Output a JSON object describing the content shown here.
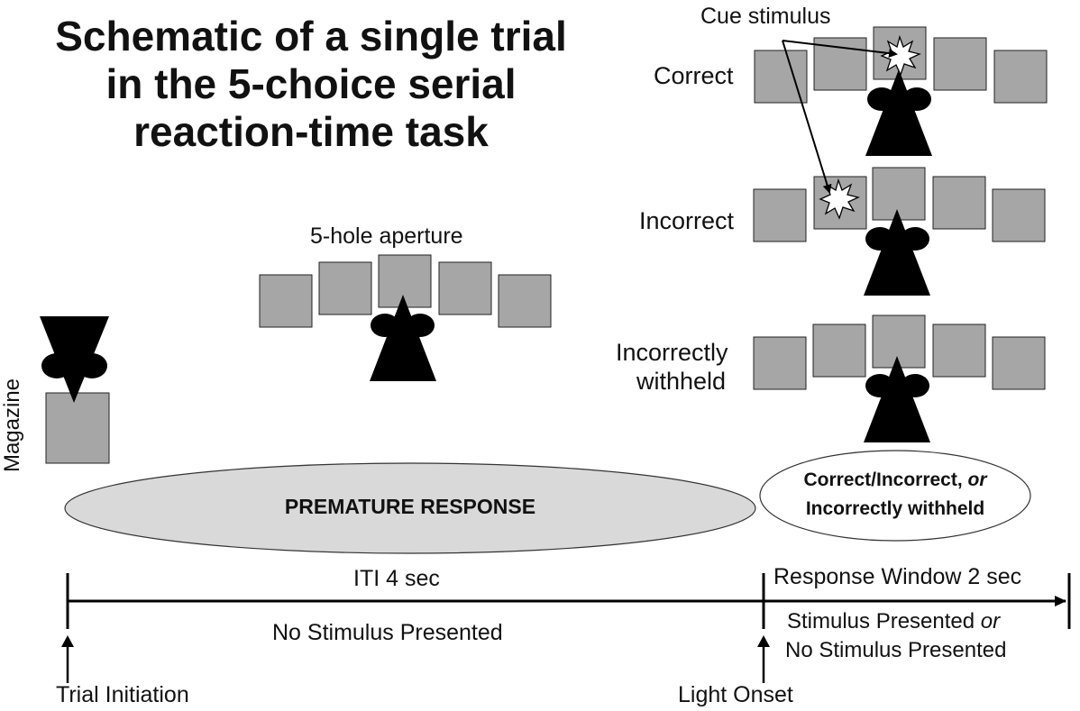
{
  "title": {
    "line1": "Schematic of a single trial",
    "line2": "in the 5-choice serial",
    "line3": "reaction-time task"
  },
  "labels": {
    "cue_stimulus": "Cue stimulus",
    "correct": "Correct",
    "incorrect": "Incorrect",
    "incorrectly_withheld_1": "Incorrectly",
    "incorrectly_withheld_2": "withheld",
    "aperture": "5-hole aperture",
    "magazine": "Magazine"
  },
  "ellipses": {
    "premature": "PREMATURE RESPONSE",
    "outcome_line1_a": "Correct/Incorrect, ",
    "outcome_line1_b": "or",
    "outcome_line2": "Incorrectly withheld"
  },
  "timeline": {
    "iti": "ITI 4 sec",
    "no_stimulus": "No Stimulus Presented",
    "response_window": "Response Window 2 sec",
    "stim_or_1a": "Stimulus Presented ",
    "stim_or_1b": "or",
    "stim_or_2": "No Stimulus Presented",
    "trial_initiation": "Trial Initiation",
    "light_onset": "Light Onset"
  },
  "colors": {
    "box_fill": "#a6a6a6",
    "ellipse_fill": "#d9d9d9",
    "mouse": "#000000"
  }
}
